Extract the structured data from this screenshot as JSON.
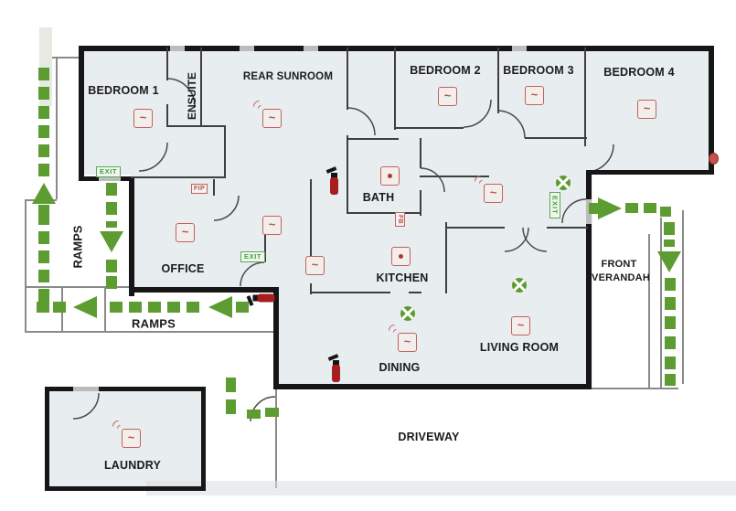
{
  "rooms": {
    "bedroom1": "BEDROOM 1",
    "ensuite": "ENSUITE",
    "rear_sunroom": "REAR SUNROOM",
    "bedroom2": "BEDROOM 2",
    "bedroom3": "BEDROOM 3",
    "bedroom4": "BEDROOM 4",
    "bath": "BATH",
    "kitchen": "KITCHEN",
    "office": "OFFICE",
    "dining": "DINING",
    "living_room": "LIVING ROOM",
    "laundry": "LAUNDRY",
    "front": "FRONT",
    "verandah": "VERANDAH",
    "ramps_vertical": "RAMPS",
    "ramps_horizontal": "RAMPS",
    "driveway": "DRIVEWAY"
  },
  "signs": {
    "exit": "EXIT",
    "fip": "FIP",
    "fb": "FB"
  },
  "colors": {
    "route_green": "#5c9c31",
    "exit_sign_green": "#3f9b3f",
    "device_red": "#c0635a",
    "extinguisher_red": "#a81d1d",
    "wall_black": "#161616",
    "floor_fill": "#e8edf0"
  },
  "devices": {
    "smoke_detector_locations": [
      "Bedroom 1",
      "Bedroom 2",
      "Bedroom 3",
      "Bedroom 4",
      "Office",
      "Hallway near office",
      "Kitchen hallway",
      "Living Room"
    ],
    "wireless_smoke_detector_locations": [
      "Rear Sunroom",
      "Hallway near Bedroom 3",
      "Dining",
      "Laundry"
    ],
    "heat_detector_locations": [
      "Bath",
      "Kitchen"
    ],
    "fire_extinguisher_locations": [
      "Hallway near Bath",
      "Office south corner",
      "Dining"
    ],
    "fire_indicator_panel_count": 1,
    "fire_blanket_count": 1,
    "emergency_light_count": 3,
    "exit_sign_count": 3
  }
}
